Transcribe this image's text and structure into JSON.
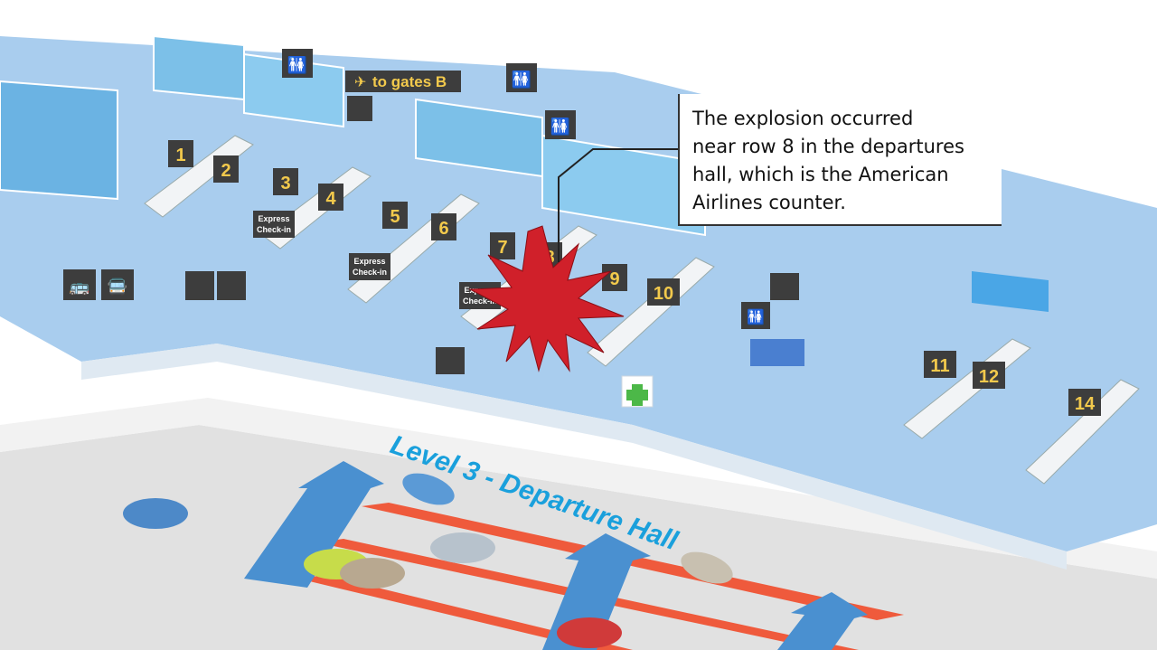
{
  "callout": {
    "lines": [
      "The explosion occurred",
      "near row 8 in the departures",
      "hall, which is the American",
      "Airlines counter."
    ]
  },
  "map": {
    "level_label": "Level 3 - Departure Hall",
    "gates_label": "to gates B",
    "express_label_1": "Express",
    "express_label_2": "Check-in",
    "rows": [
      "1",
      "2",
      "3",
      "4",
      "5",
      "6",
      "7",
      "8",
      "9",
      "10",
      "11",
      "12",
      "14"
    ]
  },
  "colors": {
    "floor": "#a9cdee",
    "wall": "#e6eef5",
    "glass": "#7cc0e8",
    "road": "#e3e3e3",
    "lane": "#ef5a3c",
    "arrow": "#4a90d0",
    "explosion": "#d0202a",
    "label_bg": "#3d3d3d",
    "label_text": "#f2c94c",
    "level_text": "#1aa0dc"
  }
}
